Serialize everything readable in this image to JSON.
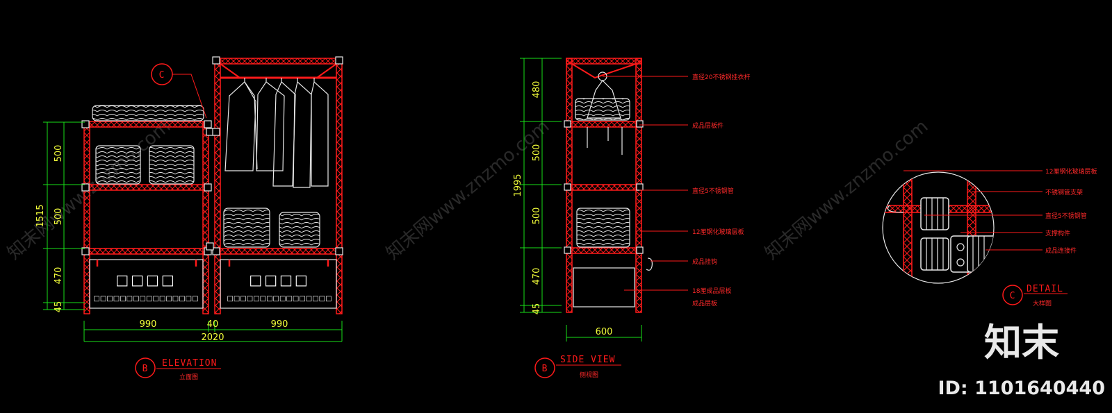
{
  "colors": {
    "frame": "#ff1a1a",
    "dimension": "#19e019",
    "dimension_text": "#f4ff3a",
    "linework": "#e8e8e8",
    "background": "#000000"
  },
  "elevation": {
    "callout_letter": "C",
    "heights": [
      "500",
      "500",
      "470",
      "45"
    ],
    "total_height": "1515",
    "widths": [
      "990",
      "40",
      "990"
    ],
    "total_width": "2020",
    "panel_chars": "□□□□",
    "panel_row": "□□□□□□□□□□□□□□□□",
    "title_letter": "B",
    "title": "ELEVATION",
    "subtitle": "立面图"
  },
  "side_view": {
    "heights": [
      "480",
      "500",
      "500",
      "470",
      "45"
    ],
    "total_height": "1995",
    "width": "600",
    "title_letter": "B",
    "title": "SIDE VIEW",
    "subtitle": "侧视图",
    "notes": [
      "直径20不锈钢挂衣杆",
      "成品层板件",
      "直径5不锈钢管",
      "12厘钢化玻璃层板",
      "成品挂钩",
      "18厘成品层板",
      "成品层板"
    ]
  },
  "detail": {
    "notes": [
      "12厘钢化玻璃层板",
      "不锈钢管支架",
      "直径5不锈钢管",
      "支撑构件",
      "成品连接件"
    ],
    "title_letter": "C",
    "title": "DETAIL",
    "subtitle": "大样图"
  },
  "watermark": {
    "text": "知末网www.znzmo.com"
  },
  "brand": {
    "logo": "知末",
    "id": "ID: 1101640440"
  }
}
